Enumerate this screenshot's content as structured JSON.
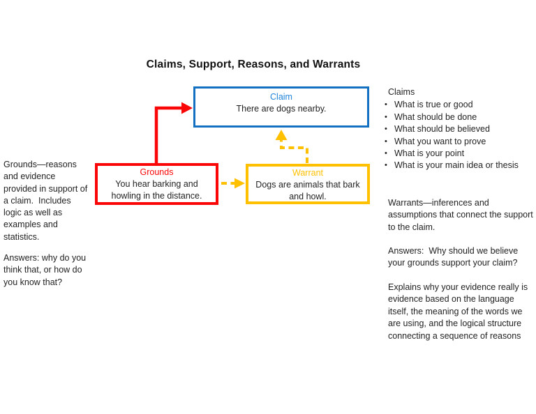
{
  "title": "Claims, Support, Reasons, and Warrants",
  "colors": {
    "blue": "#1470C0",
    "blue-text": "#2285DB",
    "red": "#FB0606",
    "yellow": "#FFC000",
    "text": "#1F1F1F"
  },
  "diagram": {
    "claim": {
      "label": "Claim",
      "text": "There are dogs nearby."
    },
    "grounds": {
      "label": "Grounds",
      "text": "You hear barking and howling in the distance."
    },
    "warrant": {
      "label": "Warrant",
      "text": "Dogs are animals that bark and howl."
    }
  },
  "left_panel": {
    "para1": "Grounds—reasons and evidence provided in support of a claim.  Includes logic as well as examples and statistics.",
    "para2": "Answers: why do you think that, or how do you know that?"
  },
  "right_panel": {
    "heading": "Claims",
    "bullet_char": "•",
    "bullets": [
      "What is true or good",
      "What should be done",
      "What should be believed",
      "What you want to prove",
      "What is your point",
      "What is your main idea or thesis"
    ],
    "para1": "Warrants—inferences and assumptions that connect the support to the claim.",
    "para2": "Answers:  Why should we believe your grounds support your claim?",
    "para3": "Explains why your evidence really is evidence based on the language itself, the meaning of the words we are using, and the logical structure connecting a sequence of reasons"
  }
}
